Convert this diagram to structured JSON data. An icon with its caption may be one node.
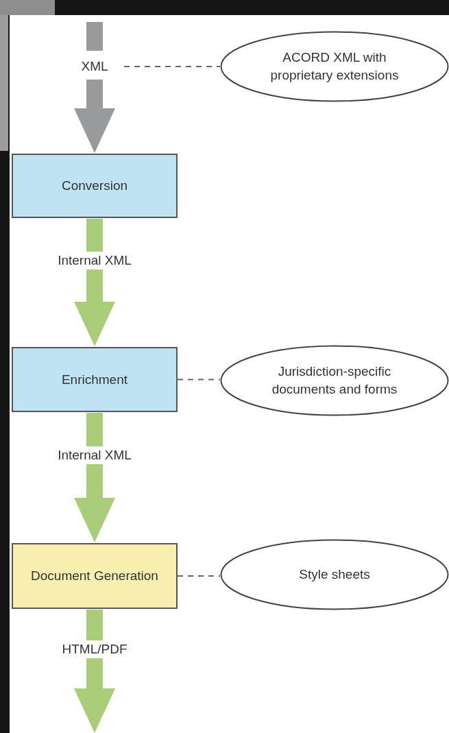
{
  "diagram": {
    "nodes": [
      {
        "text": [
          "XML"
        ]
      },
      {
        "text": [
          "ACORD XML with proprietary extensions"
        ]
      },
      {
        "text": [
          "Conversion"
        ]
      },
      {
        "text": [
          "Enrichment"
        ]
      },
      {
        "text": [
          "Jurisdiction-specific documents and forms"
        ]
      },
      {
        "text": [
          "Document Generation"
        ]
      },
      {
        "text": [
          "Style sheets"
        ]
      }
    ],
    "edges": [
      {
        "from": null,
        "to": 0,
        "arrow": "none",
        "color": "#999a9c"
      },
      {
        "from": 0,
        "to": 2,
        "arrow": "to",
        "color": "#999a9c"
      },
      {
        "from": 0,
        "to": 1,
        "arrow": "none",
        "style": "dashed",
        "color": "#666666"
      },
      {
        "from": 2,
        "to": 3,
        "arrow": "to",
        "label": "Internal XML",
        "color": "#a9cd78"
      },
      {
        "from": 3,
        "to": 4,
        "arrow": "none",
        "style": "dashed",
        "color": "#666666"
      },
      {
        "from": 3,
        "to": 5,
        "arrow": "to",
        "label": "Internal XML",
        "color": "#a9cd78"
      },
      {
        "from": 5,
        "to": 6,
        "arrow": "none",
        "style": "dashed",
        "color": "#666666"
      },
      {
        "from": 5,
        "to": null,
        "arrow": "to",
        "label": "HTML/PDF",
        "color": "#a9cd78"
      }
    ]
  }
}
